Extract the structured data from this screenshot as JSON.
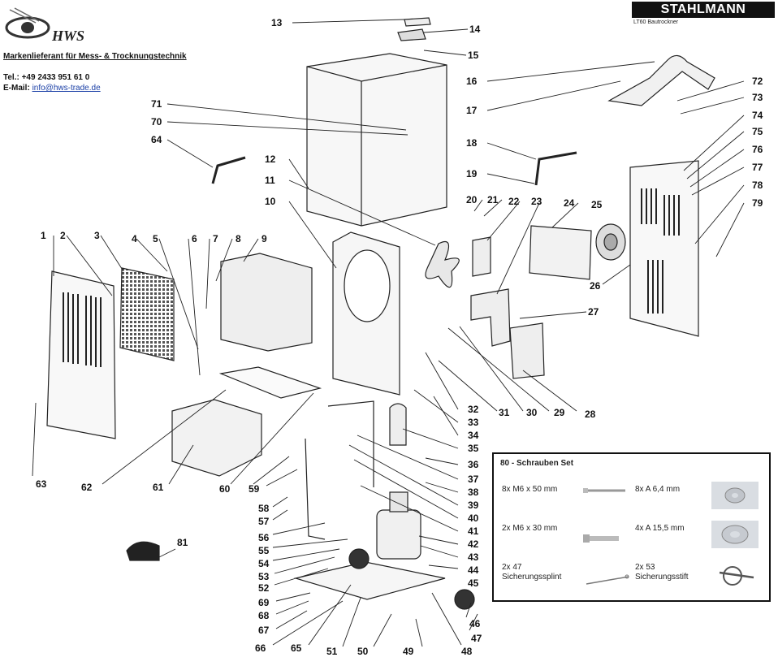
{
  "header": {
    "logo_text": "HWS",
    "company": "Markenlieferant für Mess- & Trocknungstechnik",
    "tel": "Tel.: +49 2433 951 61 0",
    "email_label": "E-Mail:",
    "email": "info@hws-trade.de",
    "brand": "STAHLMANN",
    "model": "LT60 Bautrockner"
  },
  "part_numbers": [
    "1",
    "2",
    "3",
    "4",
    "5",
    "6",
    "7",
    "8",
    "9",
    "10",
    "11",
    "12",
    "13",
    "14",
    "15",
    "16",
    "17",
    "18",
    "19",
    "20",
    "21",
    "22",
    "23",
    "24",
    "25",
    "26",
    "27",
    "28",
    "29",
    "30",
    "31",
    "32",
    "33",
    "34",
    "35",
    "36",
    "37",
    "38",
    "39",
    "40",
    "41",
    "42",
    "43",
    "44",
    "45",
    "46",
    "47",
    "48",
    "49",
    "50",
    "51",
    "52",
    "53",
    "54",
    "55",
    "56",
    "57",
    "58",
    "59",
    "60",
    "61",
    "62",
    "63",
    "64",
    "65",
    "66",
    "67",
    "68",
    "69",
    "70",
    "71",
    "72",
    "73",
    "74",
    "75",
    "76",
    "77",
    "78",
    "79",
    "81"
  ],
  "screw_set": {
    "title": "80 - Schrauben Set",
    "items": [
      {
        "qty": "8x M6 x 50 mm"
      },
      {
        "qty": "8x A 6,4 mm"
      },
      {
        "qty": "2x M6 x 30 mm"
      },
      {
        "qty": "4x A 15,5 mm"
      },
      {
        "qty": "2x 47",
        "name": "Sicherungssplint"
      },
      {
        "qty": "2x 53",
        "name": "Sicherungsstift"
      }
    ]
  }
}
